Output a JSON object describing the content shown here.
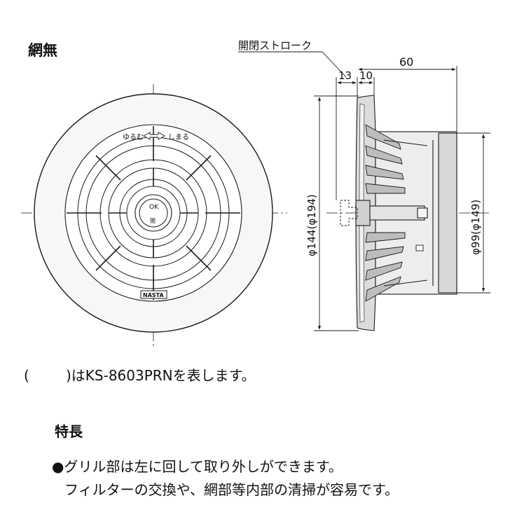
{
  "title": "網無",
  "drawing": {
    "stroke_label": "開閉ストローク",
    "dim_60": "60",
    "dim_13": "13",
    "dim_10": "10",
    "dim_outer": "φ144(φ194)",
    "dim_inner": "φ99(φ149)",
    "dial_loosen": "ゆるむ",
    "dial_tighten": "しまる",
    "center_mark": "OK",
    "center_mark2": "閉",
    "brand": "NASTA"
  },
  "note": {
    "open_paren": "(",
    "text": ")はKS-8603PRNを表します。"
  },
  "features": {
    "heading": "特長",
    "line1": "●グリル部は左に回して取り外しができます。",
    "line2": "フィルターの交換や、網部等内部の清掃が容易です。"
  },
  "colors": {
    "line": "#1a1a1a",
    "shade_light": "#ececec",
    "shade_mid": "#cfcfcf",
    "shade_dark": "#9a9a9a",
    "background": "#ffffff"
  }
}
